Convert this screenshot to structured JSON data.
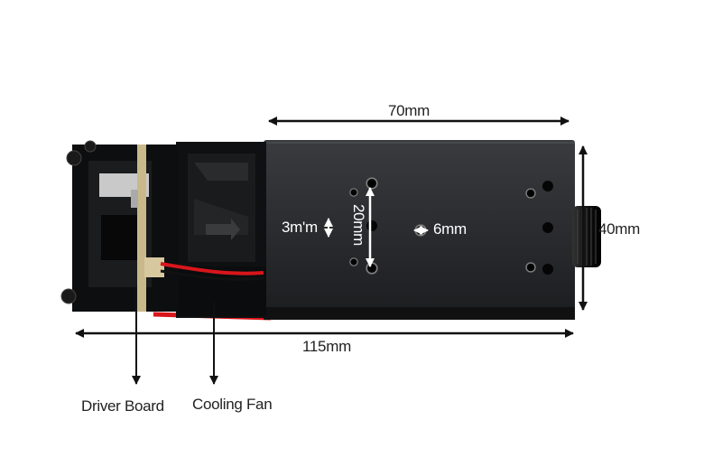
{
  "dimensions": {
    "width_top": "70mm",
    "height_side": "40mm",
    "length_bottom": "115mm",
    "hole_spacing": "20mm",
    "small_hole": "3m'm",
    "center_hole": "6mm"
  },
  "callouts": {
    "driver_board": "Driver Board",
    "cooling_fan": "Cooling Fan"
  },
  "colors": {
    "housing": "#2a2b2d",
    "housing_dark": "#151617",
    "fan_frame": "#0f1011",
    "wire_red": "#d8161b",
    "board": "#c8b88a",
    "arrow": "#111111"
  }
}
